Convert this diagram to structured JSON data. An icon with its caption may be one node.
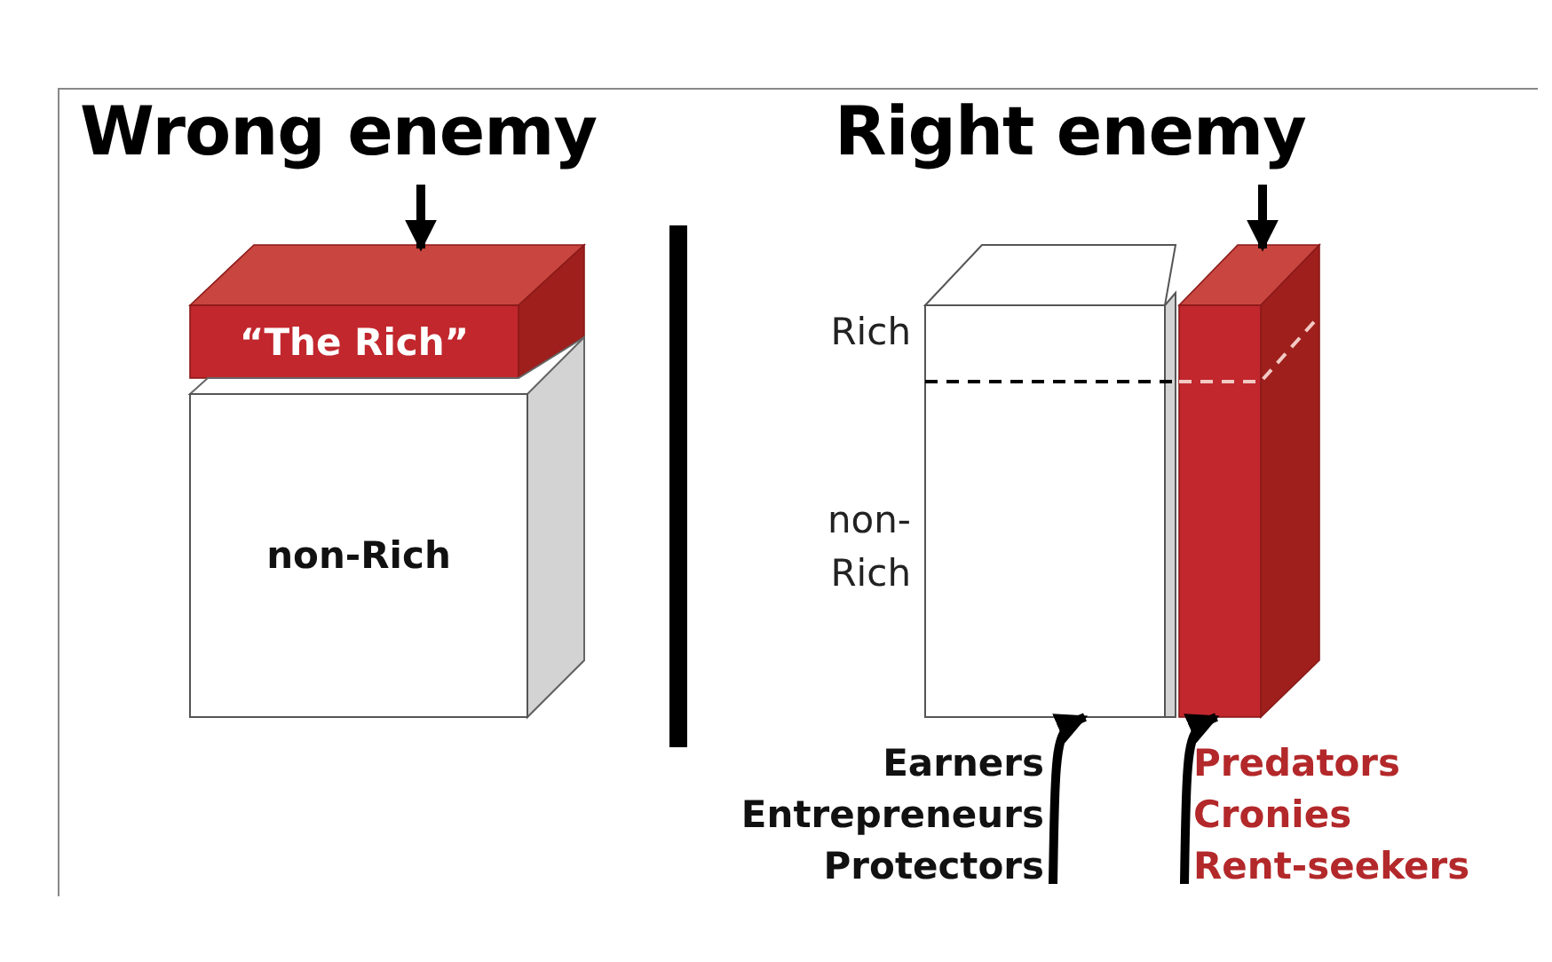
{
  "diagram": {
    "nodes": [
      {
        "text": [
          "Wrong enemy"
        ]
      },
      {
        "text": [
          "“The Rich”"
        ]
      },
      {
        "text": [
          "non-Rich"
        ]
      },
      {
        "text": [
          "Right enemy"
        ]
      },
      {
        "text": [],
        "shape": "box",
        "beside": [
          "Rich",
          "non-Rich"
        ]
      },
      {
        "text": [],
        "shape": "box"
      },
      {
        "text": [
          "Earners",
          "Entrepreneurs",
          "Protectors"
        ]
      },
      {
        "text": [
          "Predators",
          "Cronies",
          "Rent-seekers"
        ]
      }
    ],
    "edges": [
      {
        "from": 0,
        "to": 1,
        "arrow": "to"
      },
      {
        "from": 3,
        "to": 5,
        "arrow": "to"
      },
      {
        "from": 6,
        "to": 4,
        "arrow": "to"
      },
      {
        "from": 7,
        "to": 5,
        "arrow": "to"
      }
    ]
  }
}
